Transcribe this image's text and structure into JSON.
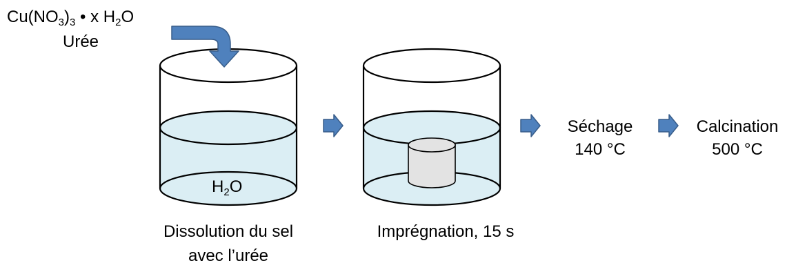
{
  "reagents": {
    "formula_prefix": "Cu(NO",
    "formula_sub1": "3",
    "formula_mid": ")",
    "formula_sub2": "3",
    "formula_bullet": " • x H",
    "formula_sub3": "2",
    "formula_suffix": "O",
    "line2": "Urée"
  },
  "beaker1": {
    "water_prefix": "H",
    "water_sub": "2",
    "water_suffix": "O",
    "caption_line1": "Dissolution du sel",
    "caption_line2": "avec l’urée"
  },
  "beaker2": {
    "caption": "Imprégnation, 15 s"
  },
  "step3": {
    "line1": "Séchage",
    "line2": "140 °C"
  },
  "step4": {
    "line1": "Calcination",
    "line2": "500 °C"
  },
  "colors": {
    "liquid": "#dbeef4",
    "arrow_fill": "#4f81bd",
    "arrow_stroke": "#385d8a",
    "sample_fill": "#e3e3e3"
  }
}
